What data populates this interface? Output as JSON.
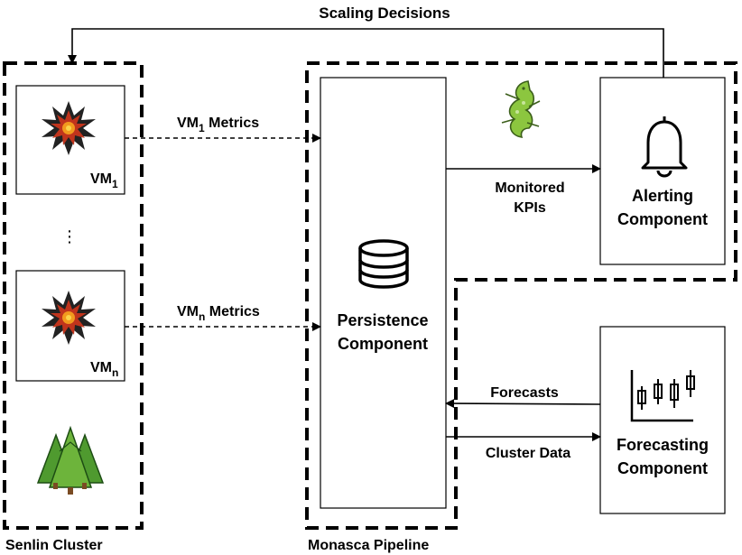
{
  "top_label": "Scaling Decisions",
  "senlin": {
    "label": "Senlin Cluster",
    "vm1": {
      "name": "VM",
      "sub": "1"
    },
    "vmn": {
      "name": "VM",
      "sub": "n"
    },
    "ellipsis": "⋮"
  },
  "monasca": {
    "label": "Monasca Pipeline"
  },
  "edges": {
    "vm1_metrics": {
      "pre": "VM",
      "sub": "1",
      "post": " Metrics"
    },
    "vmn_metrics": {
      "pre": "VM",
      "sub": "n",
      "post": " Metrics"
    },
    "monitored": [
      "Monitored",
      "KPIs"
    ],
    "forecasts": "Forecasts",
    "cluster_data": "Cluster Data"
  },
  "persistence": {
    "line1": "Persistence",
    "line2": "Component"
  },
  "alerting": {
    "line1": "Alerting",
    "line2": "Component"
  },
  "forecasting": {
    "line1": "Forecasting",
    "line2": "Component"
  },
  "icons": {
    "vm": "starburst-icon",
    "database": "database-icon",
    "monasca": "lizard-icon",
    "bell": "bell-icon",
    "candles": "candlestick-chart-icon",
    "trees": "pine-trees-icon"
  }
}
